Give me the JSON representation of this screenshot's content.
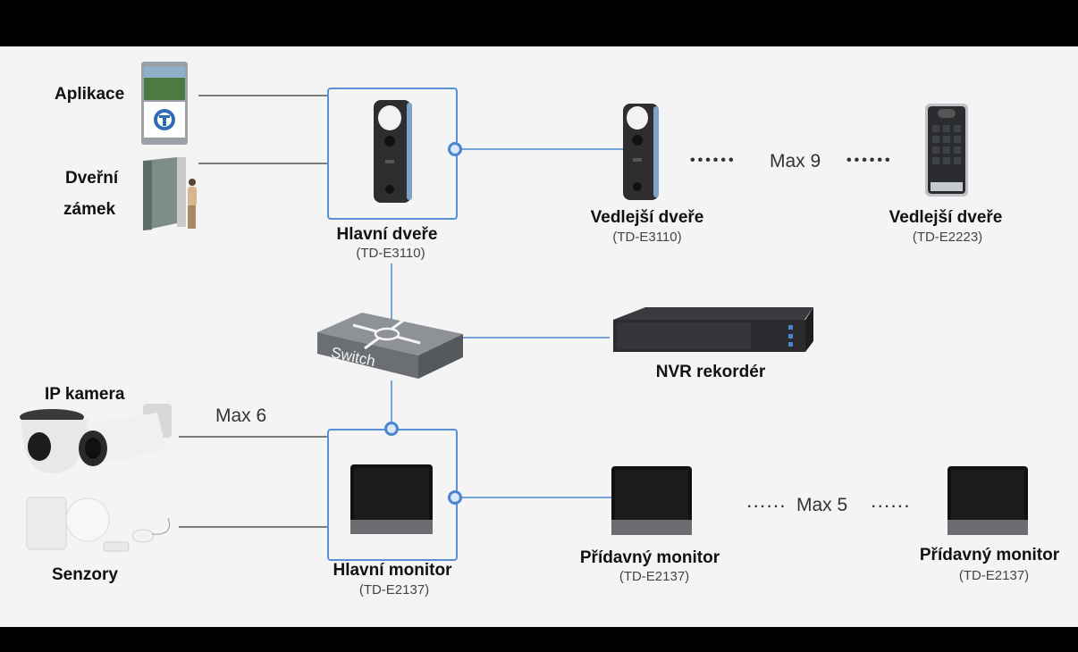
{
  "labels": {
    "app": "Aplikace",
    "door_lock_1": "Dveřní",
    "door_lock_2": "zámek",
    "main_door": "Hlavní dveře",
    "main_door_model": "(TD-E3110)",
    "sub_door_1": "Vedlejší dveře",
    "sub_door_1_model": "(TD-E3110)",
    "sub_door_2": "Vedlejší dveře",
    "sub_door_2_model": "(TD-E2223)",
    "max_doors": "Max 9",
    "switch": "Switch",
    "nvr": "NVR rekordér",
    "ip_camera": "IP kamera",
    "max_cameras": "Max 6",
    "sensors": "Senzory",
    "main_monitor": "Hlavní monitor",
    "main_monitor_model": "(TD-E2137)",
    "extra_monitor_1": "Přídavný monitor",
    "extra_monitor_1_model": "(TD-E2137)",
    "extra_monitor_2": "Přídavný monitor",
    "extra_monitor_2_model": "(TD-E2137)",
    "max_monitors": "Max 5"
  },
  "dots": {
    "long": "••••••",
    "short": "......"
  },
  "colors": {
    "page_bg": "#000000",
    "diagram_bg": "#f4f4f4",
    "frame": "#5b8fd4",
    "connector_line": "#555555",
    "network_line": "#4a86d0"
  }
}
